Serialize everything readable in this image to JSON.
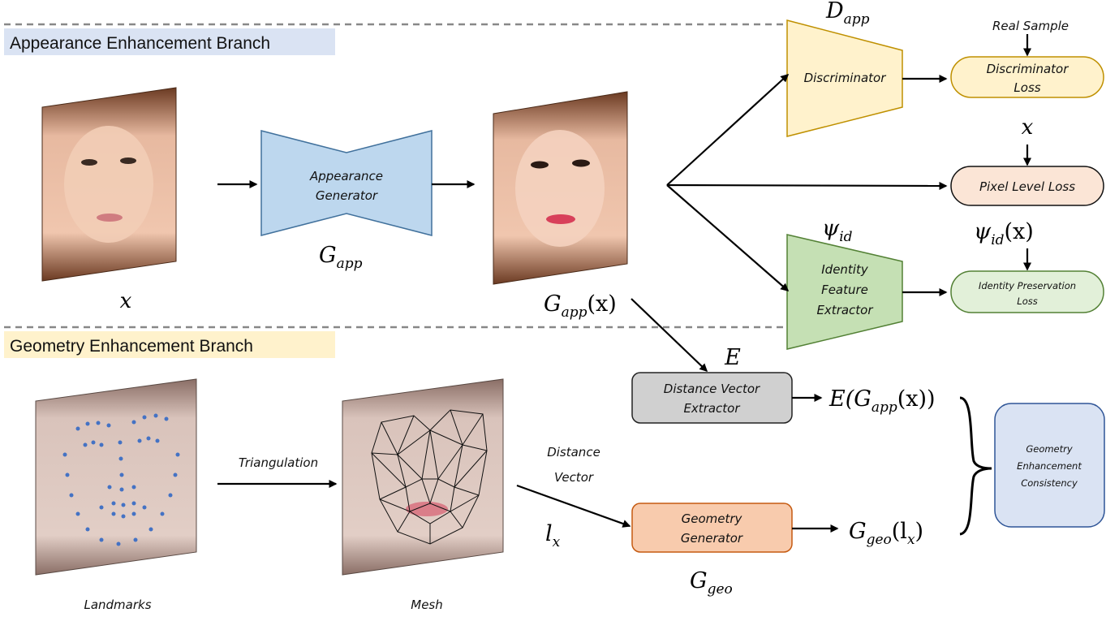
{
  "branches": {
    "appearance": "Appearance Enhancement Branch",
    "geometry": "Geometry Enhancement Branch"
  },
  "boxes": {
    "appearance_generator": [
      "Appearance",
      "Generator"
    ],
    "discriminator": "Discriminator",
    "identity_extractor": [
      "Identity",
      "Feature",
      "Extractor"
    ],
    "distance_extractor": [
      "Distance Vector",
      "Extractor"
    ],
    "geometry_generator": [
      "Geometry",
      "Generator"
    ],
    "consistency": [
      "Geometry",
      "Enhancement",
      "Consistency"
    ]
  },
  "losses": {
    "discriminator": [
      "Discriminator",
      "Loss"
    ],
    "pixel": "Pixel Level Loss",
    "identity": [
      "Identity Preservation",
      "Loss"
    ]
  },
  "labels": {
    "real_sample": "Real Sample",
    "triangulation": "Triangulation",
    "distance_vector": [
      "Distance",
      "Vector"
    ],
    "landmarks": "Landmarks",
    "mesh": "Mesh"
  },
  "math": {
    "x": "x",
    "x_top": "x",
    "g_app": {
      "base": "G",
      "sub": "app"
    },
    "g_app_x": {
      "base": "G",
      "sub": "app",
      "after": "(x)"
    },
    "d_app": {
      "base": "D",
      "sub": "app"
    },
    "psi_id": {
      "base": "ψ",
      "sub": "id"
    },
    "psi_id_x": {
      "base": "ψ",
      "sub": "id",
      "after": "(x)"
    },
    "e": "E",
    "e_g_app_x": {
      "pre": "E(G",
      "sub": "app",
      "after": "(x))"
    },
    "l_x": {
      "base": "l",
      "sub": "x"
    },
    "g_geo_lx": {
      "base": "G",
      "sub": "geo",
      "after": "(l",
      "sub2": "x",
      "after2": ")"
    },
    "g_geo": {
      "base": "G",
      "sub": "geo"
    }
  },
  "colors": {
    "blue_fill": "#bdd7ee",
    "blue_stroke": "#41719c",
    "yellow_fill": "#fff2cc",
    "yellow_stroke": "#bf9000",
    "green_fill": "#c5e0b4",
    "green_stroke": "#538135",
    "gray_fill": "#d0d0d0",
    "gray_stroke": "#222222",
    "orange_fill": "#f8cbad",
    "orange_stroke": "#c55a11",
    "pink_fill": "#fbe5d6",
    "light_green_fill": "#e2f0d9",
    "consistency_fill": "#dae3f3",
    "consistency_stroke": "#2f5597",
    "appearance_label_bg": "#dae3f3",
    "geometry_label_bg": "#fff2cc",
    "landmark_dot": "#4472c4"
  }
}
